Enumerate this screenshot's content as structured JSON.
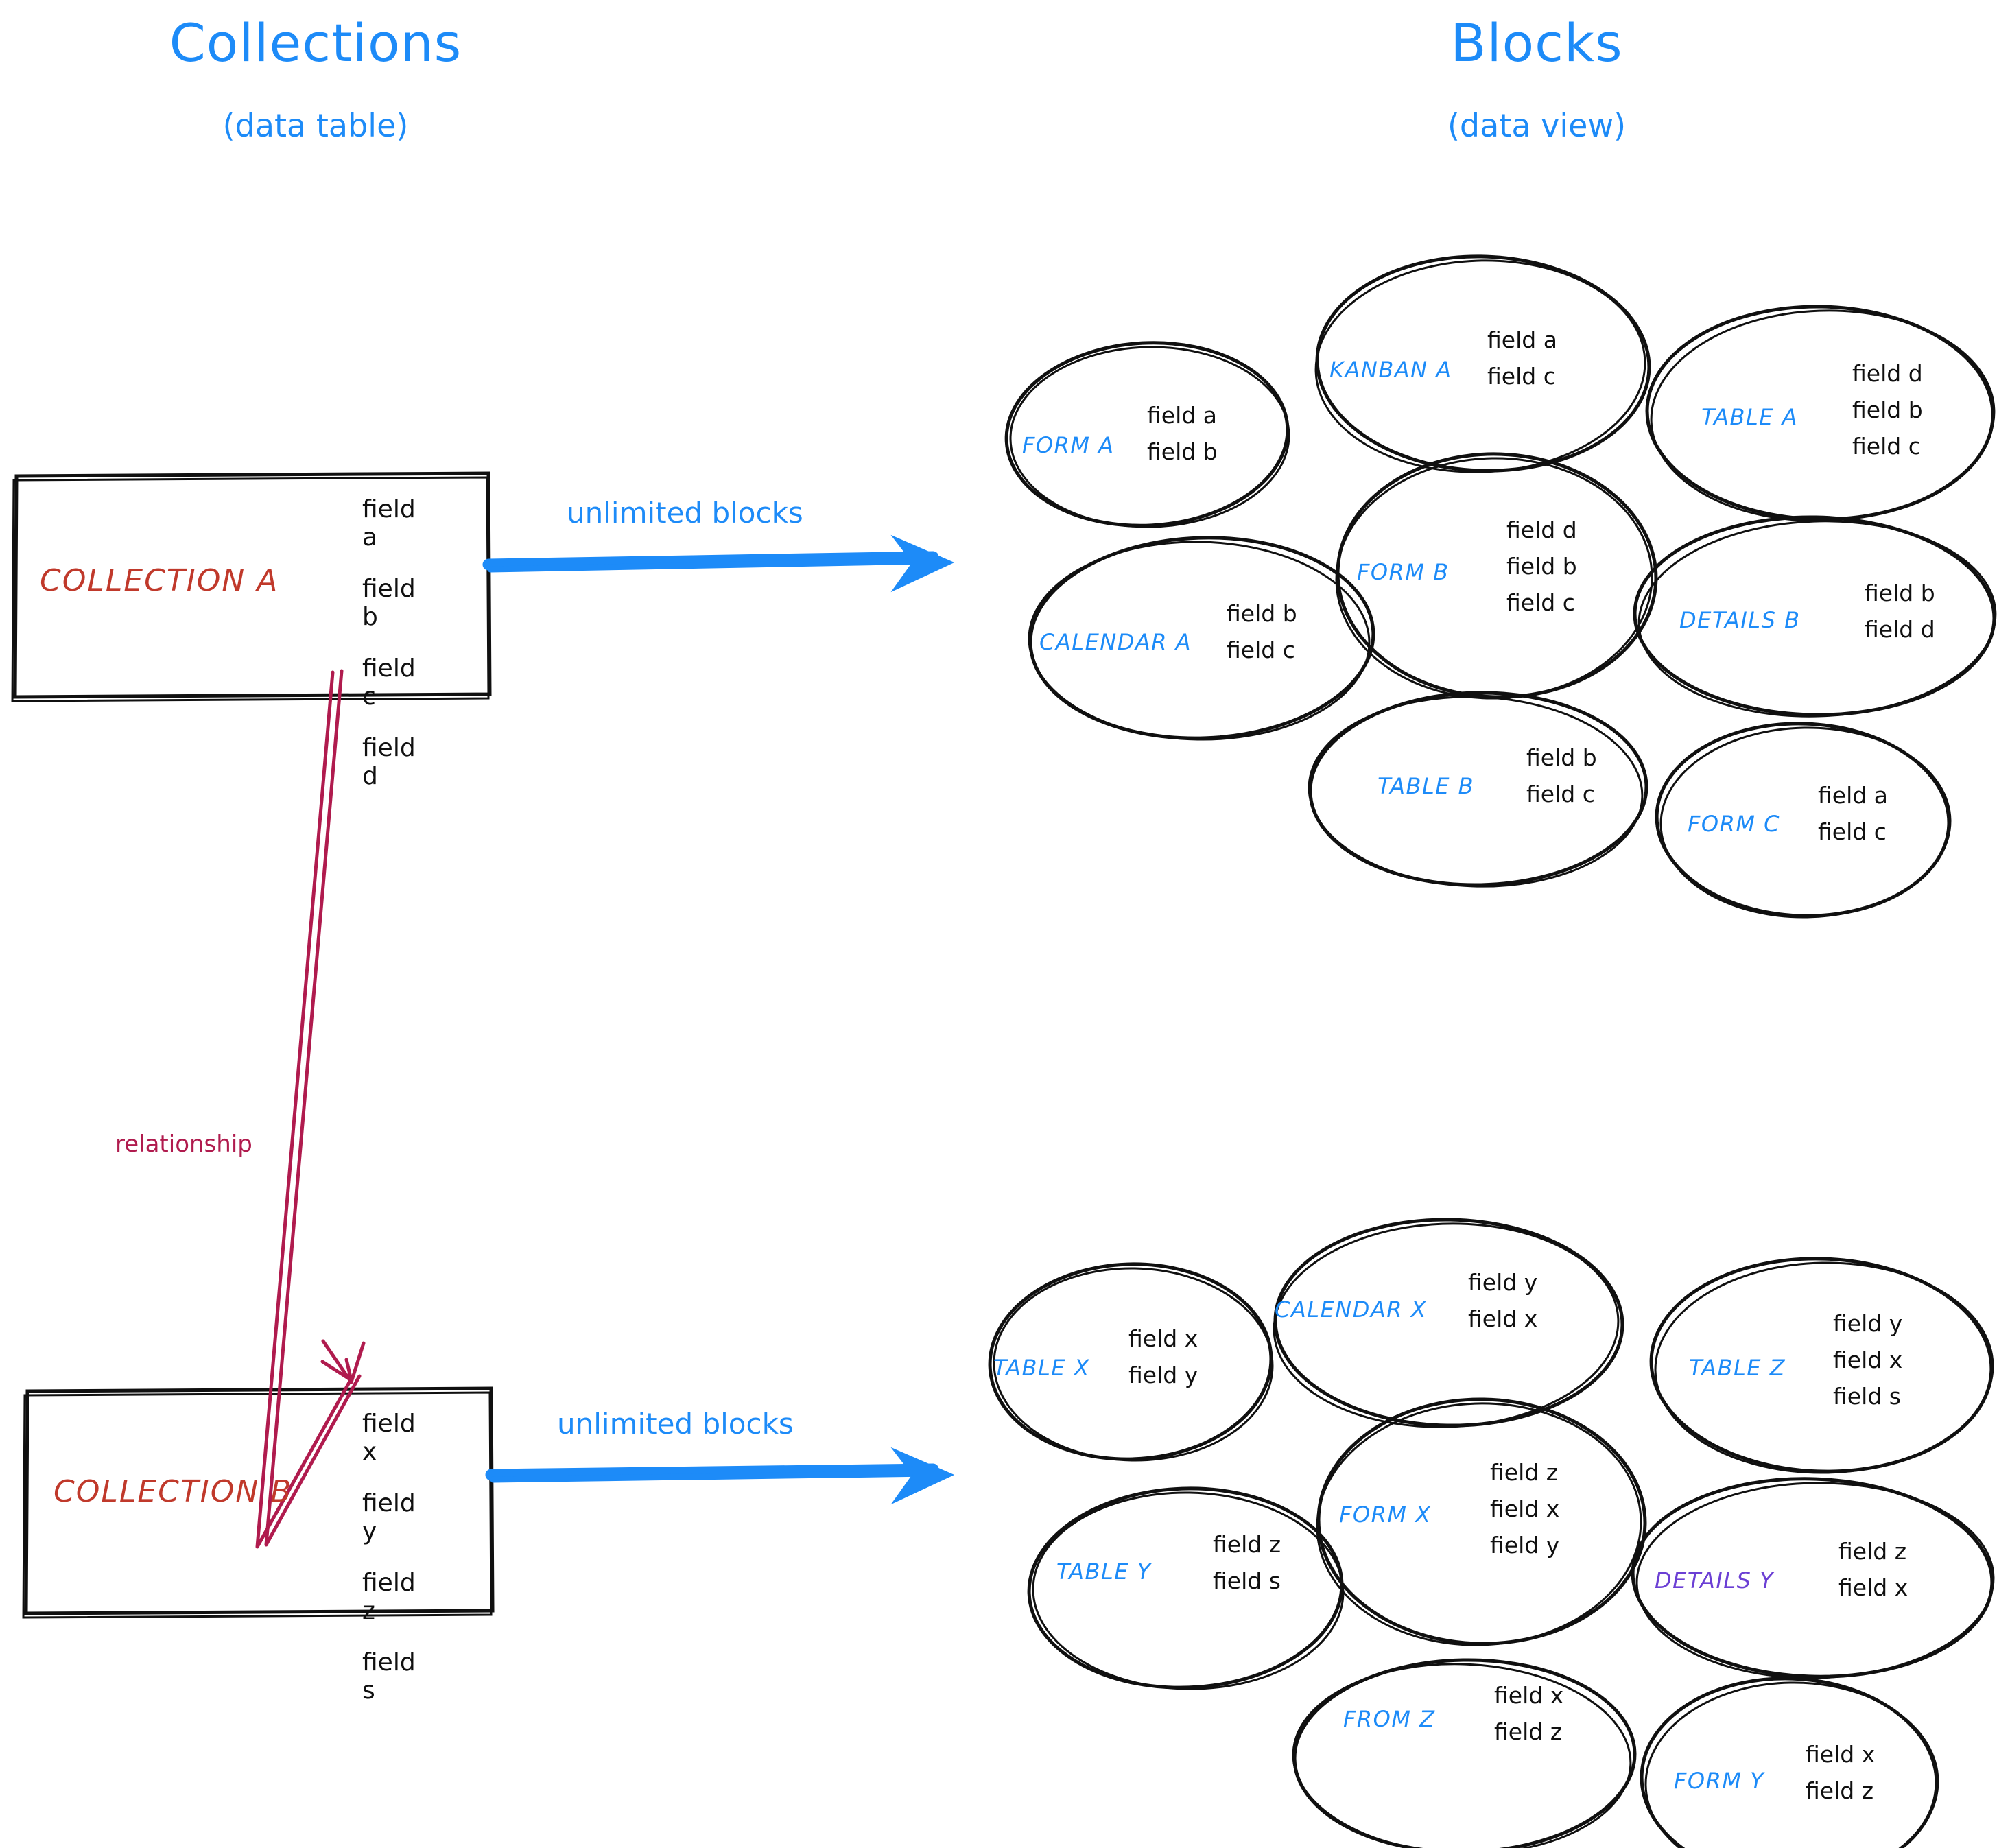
{
  "headings": {
    "left": {
      "title": "Collections",
      "subtitle": "(data table)"
    },
    "right": {
      "title": "Blocks",
      "subtitle": "(data view)"
    }
  },
  "colors": {
    "accent_blue": "#1d8bf8",
    "collection_red": "#c0392b",
    "relationship_crimson": "#b01b4e",
    "details_purple": "#6b3fd4",
    "ink_black": "#101010",
    "background": "#ffffff"
  },
  "collections": [
    {
      "name": "COLLECTION A",
      "fields": [
        "field a",
        "field b",
        "field c",
        "field d"
      ],
      "arrow_label": "unlimited blocks"
    },
    {
      "name": "COLLECTION B",
      "fields": [
        "field x",
        "field y",
        "field z",
        "field s"
      ],
      "arrow_label": "unlimited blocks"
    }
  ],
  "relationship": {
    "label": "relationship"
  },
  "block_groups": [
    {
      "source": "COLLECTION A",
      "blocks": [
        {
          "label": "FORM A",
          "fields": [
            "field a",
            "field b"
          ],
          "color": "blue"
        },
        {
          "label": "KANBAN A",
          "fields": [
            "field a",
            "field c"
          ],
          "color": "blue"
        },
        {
          "label": "TABLE A",
          "fields": [
            "field d",
            "field b",
            "field c"
          ],
          "color": "blue"
        },
        {
          "label": "CALENDAR A",
          "fields": [
            "field b",
            "field c"
          ],
          "color": "blue"
        },
        {
          "label": "FORM B",
          "fields": [
            "field d",
            "field b",
            "field c"
          ],
          "color": "blue"
        },
        {
          "label": "DETAILS B",
          "fields": [
            "field b",
            "field d"
          ],
          "color": "blue"
        },
        {
          "label": "TABLE B",
          "fields": [
            "field b",
            "field c"
          ],
          "color": "blue"
        },
        {
          "label": "FORM C",
          "fields": [
            "field a",
            "field c"
          ],
          "color": "blue"
        }
      ]
    },
    {
      "source": "COLLECTION B",
      "blocks": [
        {
          "label": "TABLE X",
          "fields": [
            "field x",
            "field y"
          ],
          "color": "blue"
        },
        {
          "label": "CALENDAR X",
          "fields": [
            "field y",
            "field x"
          ],
          "color": "blue"
        },
        {
          "label": "TABLE Z",
          "fields": [
            "field y",
            "field x",
            "field s"
          ],
          "color": "blue"
        },
        {
          "label": "TABLE Y",
          "fields": [
            "field z",
            "field s"
          ],
          "color": "blue"
        },
        {
          "label": "FORM X",
          "fields": [
            "field z",
            "field x",
            "field y"
          ],
          "color": "blue"
        },
        {
          "label": "DETAILS Y",
          "fields": [
            "field z",
            "field x"
          ],
          "color": "purple"
        },
        {
          "label": "FROM Z",
          "fields": [
            "field x",
            "field z"
          ],
          "color": "blue"
        },
        {
          "label": "FORM Y",
          "fields": [
            "field x",
            "field z"
          ],
          "color": "blue"
        }
      ]
    }
  ]
}
